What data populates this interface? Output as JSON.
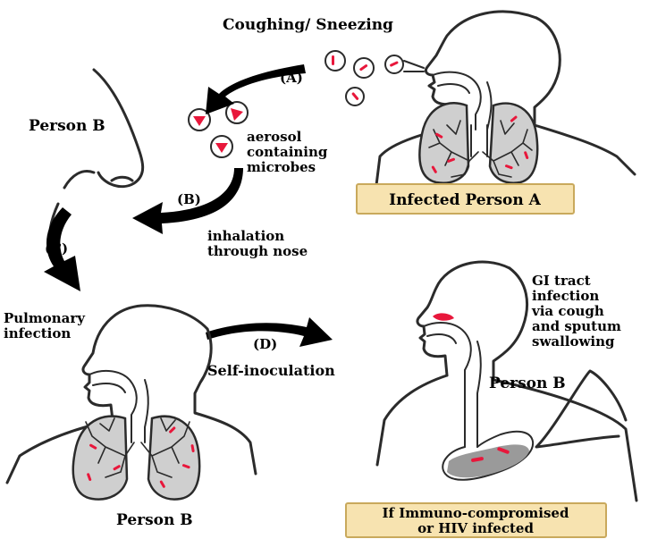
{
  "labels": {
    "coughing": "Coughing/ Sneezing",
    "step_a": "(A)",
    "step_b": "(B)",
    "step_c": "(C)",
    "step_d": "(D)",
    "person_b_nose": "Person B",
    "aerosol_1": "aerosol",
    "aerosol_2": "containing",
    "aerosol_3": "microbes",
    "inhalation_1": "inhalation",
    "inhalation_2": "through nose",
    "pulmonary_1": "Pulmonary",
    "pulmonary_2": "infection",
    "self_inoculation": "Self-inoculation",
    "gi_1": "GI tract",
    "gi_2": "infection",
    "gi_3": "via cough",
    "gi_4": "and sputum",
    "gi_5": "swallowing",
    "person_b_gi": "Person B",
    "person_b_lungs": "Person B"
  },
  "boxes": {
    "infected_a": "Infected Person A",
    "immuno_1": "If Immuno-compromised",
    "immuno_2": "or HIV infected"
  },
  "colors": {
    "microbe": "#e8173b",
    "box_fill": "#f7e3b0",
    "box_stroke": "#c9a95c",
    "lung_fill": "#cfcfcf",
    "stomach_fill": "#9a9a9a"
  }
}
